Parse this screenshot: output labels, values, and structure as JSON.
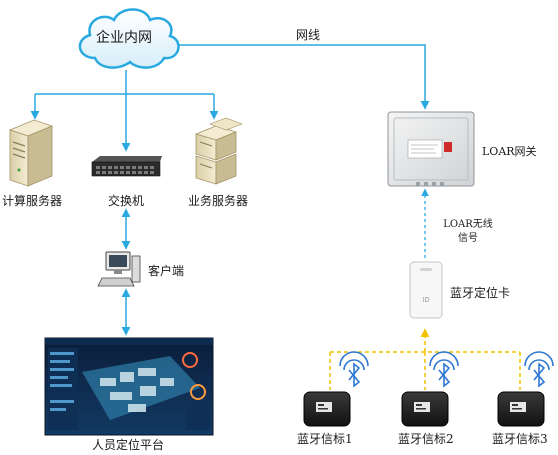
{
  "diagram": {
    "cloud": {
      "label": "企业内网"
    },
    "network_link": {
      "label": "网线"
    },
    "servers": [
      {
        "label": "计算服务器"
      },
      {
        "label": "交换机"
      },
      {
        "label": "业务服务器"
      }
    ],
    "client": {
      "label": "客户端"
    },
    "platform": {
      "label": "人员定位平台"
    },
    "gateway": {
      "label": "LOAR网关"
    },
    "wireless_link": {
      "label_line1": "LOAR无线",
      "label_line2": "信号"
    },
    "card": {
      "label": "蓝牙定位卡"
    },
    "beacons": [
      {
        "label": "蓝牙信标1"
      },
      {
        "label": "蓝牙信标2"
      },
      {
        "label": "蓝牙信标3"
      }
    ]
  },
  "colors": {
    "wire": "#2aa9e0",
    "bluetooth_signal": "#f2c200",
    "cloud_fill": "#eaf6fd",
    "cloud_stroke": "#2aa9e0",
    "signal_icon": "#2e78d2",
    "wireless_dash": "#2aa9e0"
  }
}
